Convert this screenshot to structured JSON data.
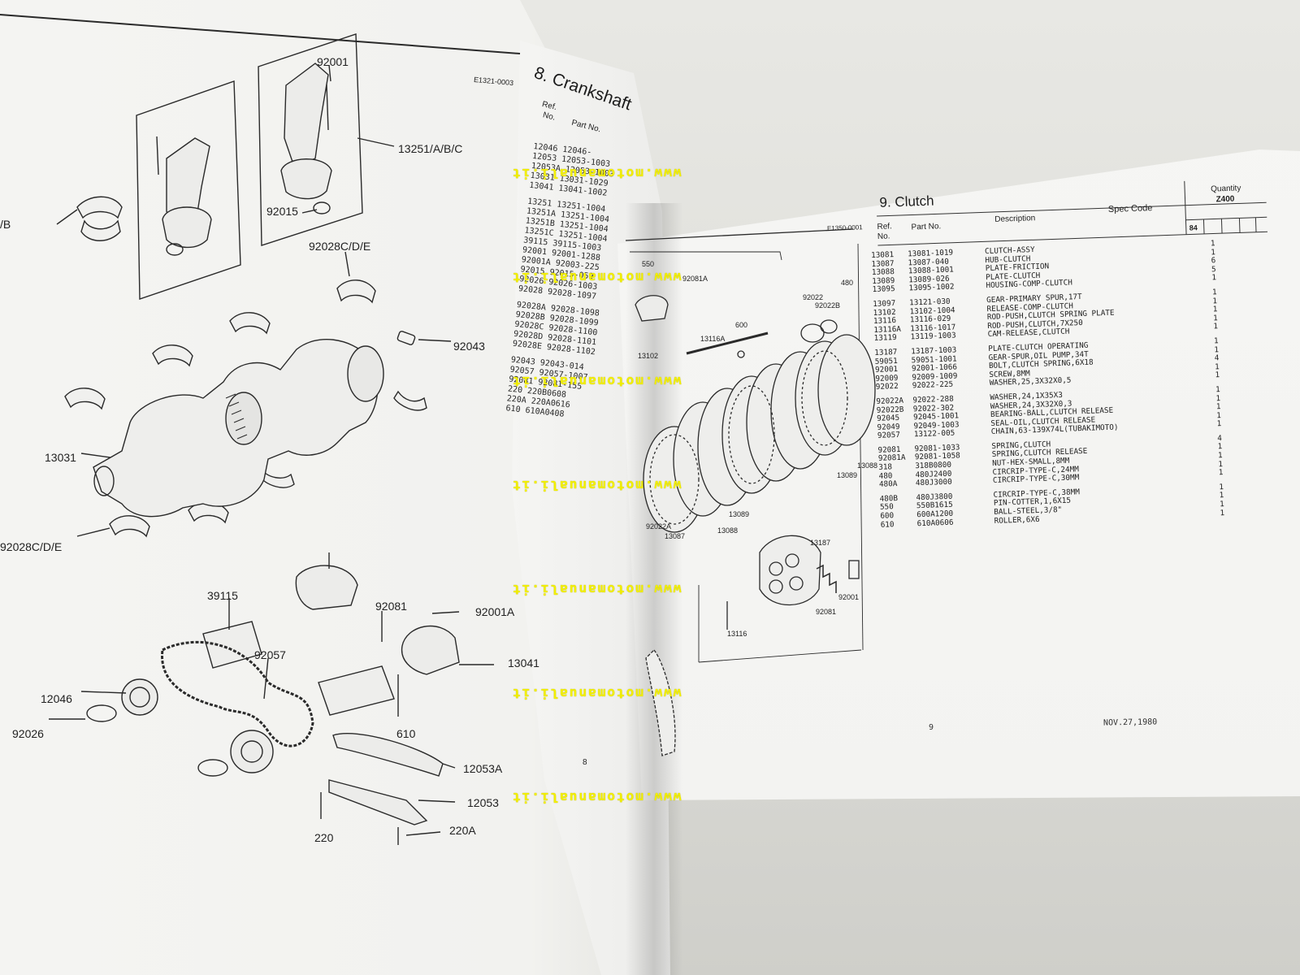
{
  "left_page": {
    "drawing_code": "E1321-0003",
    "page_number": "8",
    "callouts": {
      "c92001": "92001",
      "c13251": "13251/A/B/C",
      "c92015": "92015",
      "c92028a": "92028C/D/E",
      "cB": "/B",
      "c92043": "92043",
      "c13031": "13031",
      "c92028b": "92028C/D/E",
      "c39115": "39115",
      "c92081": "92081",
      "c92001A": "92001A",
      "c92057": "92057",
      "c13041": "13041",
      "c12046": "12046",
      "c610": "610",
      "c92026": "92026",
      "c12053A": "12053A",
      "c12053": "12053",
      "c220": "220",
      "c220A": "220A"
    }
  },
  "crankshaft_page": {
    "heading": "8. Crankshaft",
    "col_ref": "Ref.",
    "col_no": "No.",
    "col_part": "Part No.",
    "rows": [
      "12046  12046-",
      "12053  12053-1003",
      "12053A 12053-1003",
      "13031  13031-1029",
      "13041  13041-1002",
      "",
      "13251  13251-1004",
      "13251A 13251-1004",
      "13251B 13251-1004",
      "13251C 13251-1004",
      "39115  39115-1003",
      "92001  92001-1288",
      "92001A 92003-225",
      "92015  92015-059",
      "92026  92026-1003",
      "92028  92028-1097",
      "",
      "92028A 92028-1098",
      "92028B 92028-1099",
      "92028C 92028-1100",
      "92028D 92028-1101",
      "92028E 92028-1102",
      "",
      "92043  92043-014",
      "92057  92057-1007",
      "92081  92081-155",
      "220    220B0608",
      "220A   220A0616",
      "610    610A0408"
    ]
  },
  "clutch_page": {
    "heading": "9. Clutch",
    "drawing_code": "E1350-0001",
    "col_ref": "Ref.",
    "col_no": "No.",
    "col_part": "Part  No.",
    "col_desc": "Description",
    "col_spec": "Spec Code",
    "col_qty": "Quantity",
    "model": "Z400",
    "year": "84",
    "page_number": "9",
    "date": "NOV.27,1980",
    "callouts": {
      "d550": "550",
      "d92081A": "92081A",
      "d480": "480",
      "d92022": "92022",
      "d92022B": "92022B",
      "d600": "600",
      "d13116A": "13116A",
      "d13102": "13102",
      "d13088a": "13088",
      "d13089a": "13089",
      "d13089b": "13089",
      "d92022A": "92022A",
      "d13087": "13087",
      "d13088b": "13088",
      "d13187": "13187",
      "d92001": "92001",
      "d92081": "92081",
      "d13116": "13116"
    },
    "groups": [
      [
        {
          "ref": "13081",
          "part": "13081-1019",
          "desc": "CLUTCH-ASSY",
          "qty": "1"
        },
        {
          "ref": "13087",
          "part": "13087-040",
          "desc": "HUB-CLUTCH",
          "qty": "1"
        },
        {
          "ref": "13088",
          "part": "13088-1001",
          "desc": "PLATE-FRICTION",
          "qty": "6"
        },
        {
          "ref": "13089",
          "part": "13089-026",
          "desc": "PLATE-CLUTCH",
          "qty": "5"
        },
        {
          "ref": "13095",
          "part": "13095-1002",
          "desc": "HOUSING-COMP-CLUTCH",
          "qty": "1"
        }
      ],
      [
        {
          "ref": "13097",
          "part": "13121-030",
          "desc": "GEAR-PRIMARY SPUR,17T",
          "qty": "1"
        },
        {
          "ref": "13102",
          "part": "13102-1004",
          "desc": "RELEASE-COMP-CLUTCH",
          "qty": "1"
        },
        {
          "ref": "13116",
          "part": "13116-029",
          "desc": "ROD-PUSH,CLUTCH SPRING PLATE",
          "qty": "1"
        },
        {
          "ref": "13116A",
          "part": "13116-1017",
          "desc": "ROD-PUSH,CLUTCH,7X250",
          "qty": "1"
        },
        {
          "ref": "13119",
          "part": "13119-1003",
          "desc": "CAM-RELEASE,CLUTCH",
          "qty": "1"
        }
      ],
      [
        {
          "ref": "13187",
          "part": "13187-1003",
          "desc": "PLATE-CLUTCH OPERATING",
          "qty": "1"
        },
        {
          "ref": "59051",
          "part": "59051-1001",
          "desc": "GEAR-SPUR,OIL PUMP,34T",
          "qty": "1"
        },
        {
          "ref": "92001",
          "part": "92001-1066",
          "desc": "BOLT,CLUTCH SPRING,6X18",
          "qty": "4"
        },
        {
          "ref": "92009",
          "part": "92009-1009",
          "desc": "SCREW,8MM",
          "qty": "1"
        },
        {
          "ref": "92022",
          "part": "92022-225",
          "desc": "WASHER,25,3X32X0,5",
          "qty": "1"
        }
      ],
      [
        {
          "ref": "92022A",
          "part": "92022-288",
          "desc": "WASHER,24,1X35X3",
          "qty": "1"
        },
        {
          "ref": "92022B",
          "part": "92022-302",
          "desc": "WASHER,24,3X32X0,3",
          "qty": "1"
        },
        {
          "ref": "92045",
          "part": "92045-1001",
          "desc": "BEARING-BALL,CLUTCH RELEASE",
          "qty": "1"
        },
        {
          "ref": "92049",
          "part": "92049-1003",
          "desc": "SEAL-OIL,CLUTCH RELEASE",
          "qty": "1"
        },
        {
          "ref": "92057",
          "part": "13122-005",
          "desc": "CHAIN,63-139X74L(TUBAKIMOTO)",
          "qty": "1"
        }
      ],
      [
        {
          "ref": "92081",
          "part": "92081-1033",
          "desc": "SPRING,CLUTCH",
          "qty": "4"
        },
        {
          "ref": "92081A",
          "part": "92081-1058",
          "desc": "SPRING,CLUTCH RELEASE",
          "qty": "1"
        },
        {
          "ref": "318",
          "part": "318B0800",
          "desc": "NUT-HEX-SMALL,8MM",
          "qty": "1"
        },
        {
          "ref": "480",
          "part": "480J2400",
          "desc": "CIRCRIP-TYPE-C,24MM",
          "qty": "1"
        },
        {
          "ref": "480A",
          "part": "480J3000",
          "desc": "CIRCRIP-TYPE-C,30MM",
          "qty": "1"
        }
      ],
      [
        {
          "ref": "480B",
          "part": "480J3800",
          "desc": "CIRCRIP-TYPE-C,38MM",
          "qty": "1"
        },
        {
          "ref": "550",
          "part": "550B1615",
          "desc": "PIN-COTTER,1,6X15",
          "qty": "1"
        },
        {
          "ref": "600",
          "part": "600A1200",
          "desc": "BALL-STEEL,3/8\"",
          "qty": "1"
        },
        {
          "ref": "610",
          "part": "610A0606",
          "desc": "ROLLER,6X6",
          "qty": "1"
        }
      ]
    ]
  },
  "watermark": "www.motomanuali.it",
  "colors": {
    "watermark": "#f2ef00",
    "paper": "#f4f4f2",
    "ink": "#1d1d1d"
  }
}
